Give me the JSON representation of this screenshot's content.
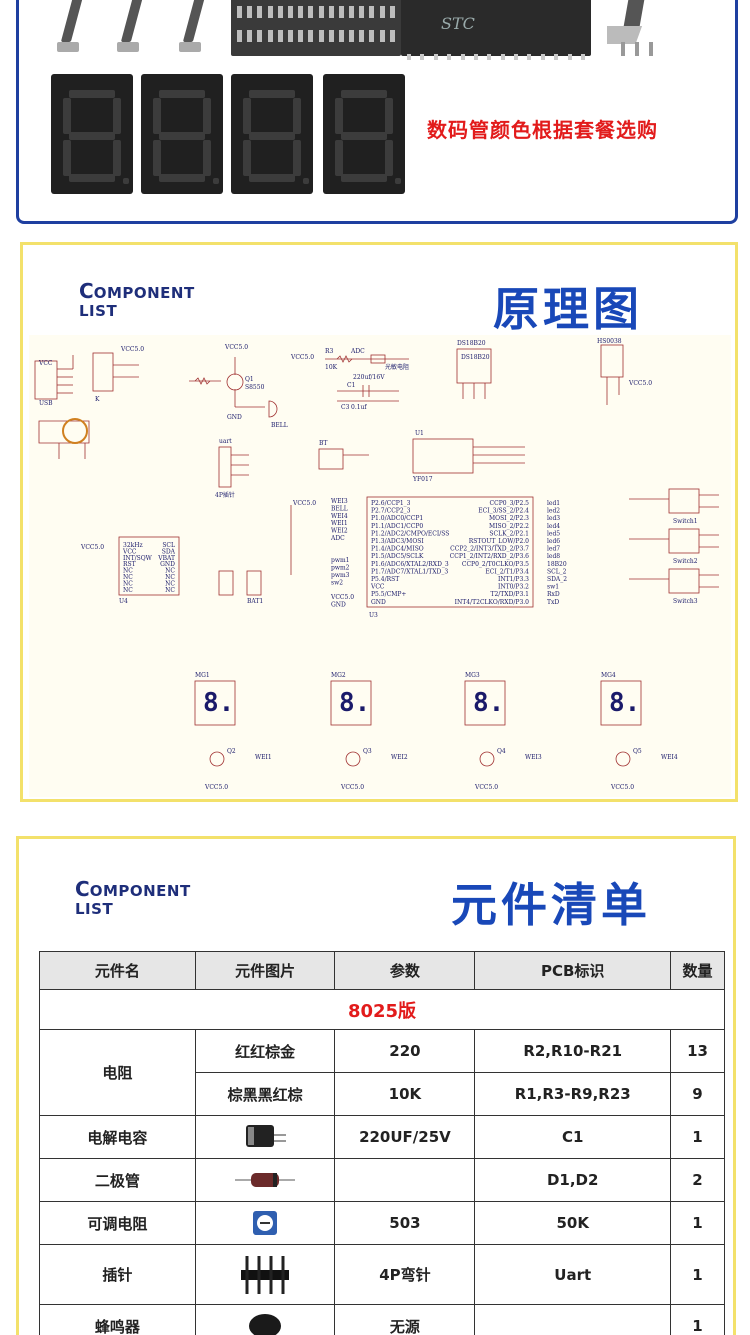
{
  "section1": {
    "ic_label": "STC",
    "note": "数码管颜色根据套餐选购"
  },
  "section2": {
    "label_big": "C",
    "label_rest": "OMPONENT",
    "label_list": "LIST",
    "title": "原理图",
    "schematic": {
      "power": "VCC5.0",
      "usb": "USB",
      "k": "K",
      "bell": "BELL",
      "r3": "R3",
      "r3v": "10K",
      "adc": "ADC",
      "ldr": "光敏电阻",
      "c1": "C1",
      "c1v": "220uf/16V",
      "c3": "C3",
      "c3v": "0.1uf",
      "ds18b20": "DS18B20",
      "hs0038": "HS0038",
      "u1": "U1",
      "u1chip": "YF017",
      "u3": "U3",
      "u4": "U4",
      "bt": "BT",
      "uart": "uart",
      "pin4": "4P插针",
      "q1": "Q1",
      "q1t": "S8550",
      "gnd": "GND",
      "bat": "BAT1",
      "switch1": "Switch1",
      "switch2": "Switch2",
      "switch3": "Switch3",
      "mg": [
        "MG1",
        "MG2",
        "MG3",
        "MG4"
      ],
      "q": [
        "Q2",
        "Q3",
        "Q4",
        "Q5"
      ],
      "wei": [
        "WEI1",
        "WEI2",
        "WEI3",
        "WEI4"
      ],
      "u3left": [
        "WEI3",
        "BELL",
        "WEI4",
        "WEI1",
        "WEI2",
        "ADC",
        "",
        "",
        "pwm1",
        "pwm2",
        "pwm3",
        "sw2",
        "",
        "VCC5.0",
        "GND"
      ],
      "u3pinsL": [
        "P2.6/CCP1_3",
        "P2.7/CCP2_3",
        "P1.0/ADC0/CCP1",
        "P1.1/ADC1/CCP0",
        "P1.2/ADC2/CMPO/ECI/SS",
        "P1.3/ADC3/MOSI",
        "P1.4/ADC4/MISO",
        "P1.5/ADC5/SCLK",
        "P1.6/ADC6/XTAL2/RXD_3",
        "P1.7/ADC7/XTAL1/TXD_3",
        "P5.4/RST",
        "VCC",
        "P5.5/CMP+",
        "GND"
      ],
      "u3pinsR": [
        "CCP0_3/P2.5",
        "ECI_3/SS_2/P2.4",
        "MOSI_2/P2.3",
        "MISO_2/P2.2",
        "SCLK_2/P2.1",
        "RSTOUT_LOW/P2.0",
        "CCP2_2/INT3/TXD_2/P3.7",
        "CCP1_2/INT2/RXD_2/P3.6",
        "CCP0_2/T0CLKO/P3.5",
        "ECI_2/T1/P3.4",
        "INT1/P3.3",
        "INT0/P3.2",
        "T2/TXD/P3.1",
        "INT4/T2CLKO/RXD/P3.0"
      ],
      "u3right": [
        "led1",
        "led2",
        "led3",
        "led4",
        "led5",
        "led6",
        "led7",
        "led8",
        "18B20",
        "SCL_2",
        "SDA_2",
        "sw1",
        "RxD",
        "TxD"
      ],
      "u4pinsL": [
        "32kHz",
        "VCC",
        "INT/SQW",
        "RST",
        "NC",
        "NC",
        "NC",
        "NC"
      ],
      "u4pinsR": [
        "SCL",
        "SDA",
        "VBAT",
        "GND",
        "NC",
        "NC",
        "NC",
        "NC"
      ]
    }
  },
  "section3": {
    "label_big": "C",
    "label_rest": "OMPONENT",
    "label_list": "LIST",
    "title": "元件清单",
    "headers": [
      "元件名",
      "元件图片",
      "参数",
      "PCB标识",
      "数量"
    ],
    "version": "8025版",
    "rows": [
      {
        "name": "电阻",
        "img": "红红棕金",
        "param": "220",
        "pcb": "R2,R10-R21",
        "qty": "13"
      },
      {
        "name": "",
        "img": "棕黑黑红棕",
        "param": "10K",
        "pcb": "R1,R3-R9,R23",
        "qty": "9"
      },
      {
        "name": "电解电容",
        "img_icon": "electrolytic-capacitor",
        "param": "220UF/25V",
        "pcb": "C1",
        "qty": "1"
      },
      {
        "name": "二极管",
        "img_icon": "diode",
        "param": "",
        "pcb": "D1,D2",
        "qty": "2"
      },
      {
        "name": "可调电阻",
        "img_icon": "potentiometer",
        "param": "503",
        "pcb": "50K",
        "qty": "1"
      },
      {
        "name": "插针",
        "img_icon": "pin-header",
        "param": "4P弯针",
        "pcb": "Uart",
        "qty": "1"
      },
      {
        "name": "蜂鸣器",
        "img_icon": "buzzer",
        "param": "无源",
        "pcb": "",
        "qty": "1"
      }
    ]
  }
}
